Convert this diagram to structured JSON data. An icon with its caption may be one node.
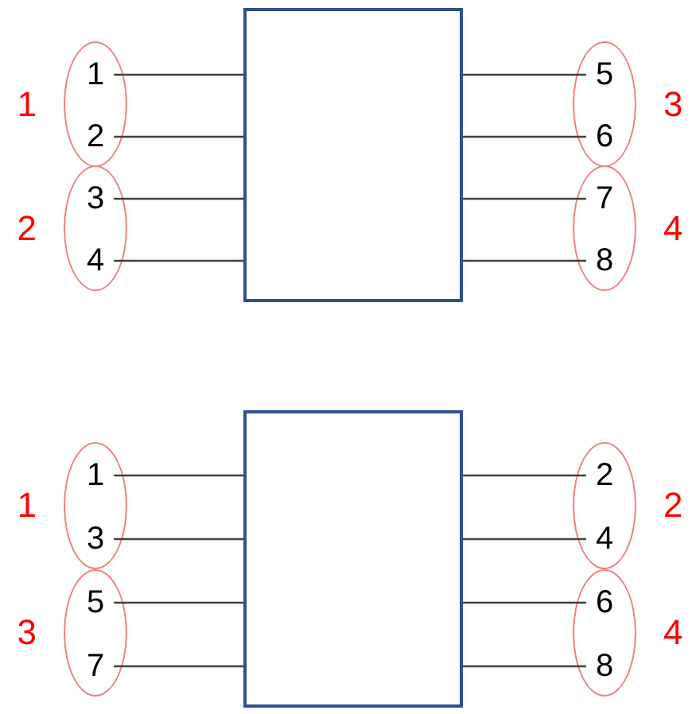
{
  "diagram": {
    "nodes": [
      {
        "text": [],
        "shape": "box"
      },
      {
        "text": [
          "1"
        ]
      },
      {
        "text": [
          "1"
        ],
        "in": 1
      },
      {
        "text": [
          "2"
        ],
        "in": 1
      },
      {
        "text": [
          "2"
        ]
      },
      {
        "text": [
          "3"
        ],
        "in": 4
      },
      {
        "text": [
          "4"
        ],
        "in": 4
      },
      {
        "text": [
          "3"
        ]
      },
      {
        "text": [
          "5"
        ],
        "in": 7
      },
      {
        "text": [
          "6"
        ],
        "in": 7
      },
      {
        "text": [
          "4"
        ]
      },
      {
        "text": [
          "7"
        ],
        "in": 10
      },
      {
        "text": [
          "8"
        ],
        "in": 10
      },
      {
        "text": [],
        "shape": "box"
      },
      {
        "text": [
          "1"
        ]
      },
      {
        "text": [
          "1"
        ],
        "in": 14
      },
      {
        "text": [
          "3"
        ],
        "in": 14
      },
      {
        "text": [
          "3"
        ]
      },
      {
        "text": [
          "5"
        ],
        "in": 17
      },
      {
        "text": [
          "7"
        ],
        "in": 17
      },
      {
        "text": [
          "2"
        ]
      },
      {
        "text": [
          "2"
        ],
        "in": 20
      },
      {
        "text": [
          "4"
        ],
        "in": 20
      },
      {
        "text": [
          "4"
        ]
      },
      {
        "text": [
          "6"
        ],
        "in": 23
      },
      {
        "text": [
          "8"
        ],
        "in": 23
      }
    ],
    "edges": [
      {
        "from": 2,
        "to": 0,
        "arrow": "none"
      },
      {
        "from": 3,
        "to": 0,
        "arrow": "none"
      },
      {
        "from": 5,
        "to": 0,
        "arrow": "none"
      },
      {
        "from": 6,
        "to": 0,
        "arrow": "none"
      },
      {
        "from": 8,
        "to": 0,
        "arrow": "none"
      },
      {
        "from": 9,
        "to": 0,
        "arrow": "none"
      },
      {
        "from": 11,
        "to": 0,
        "arrow": "none"
      },
      {
        "from": 12,
        "to": 0,
        "arrow": "none"
      },
      {
        "from": 15,
        "to": 13,
        "arrow": "none"
      },
      {
        "from": 16,
        "to": 13,
        "arrow": "none"
      },
      {
        "from": 18,
        "to": 13,
        "arrow": "none"
      },
      {
        "from": 19,
        "to": 13,
        "arrow": "none"
      },
      {
        "from": 21,
        "to": 13,
        "arrow": "none"
      },
      {
        "from": 22,
        "to": 13,
        "arrow": "none"
      },
      {
        "from": 24,
        "to": 13,
        "arrow": "none"
      },
      {
        "from": 25,
        "to": 13,
        "arrow": "none"
      }
    ]
  }
}
